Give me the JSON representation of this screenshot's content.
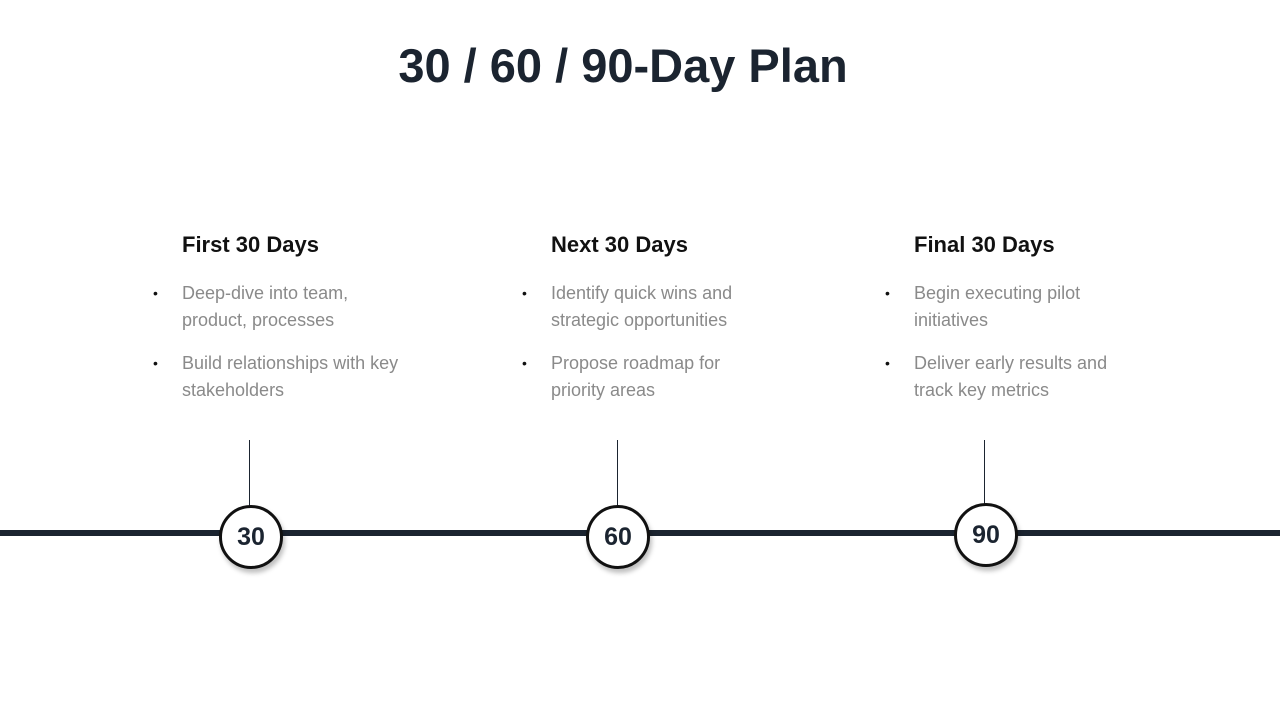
{
  "title": "30 / 60 / 90-Day Plan",
  "phases": [
    {
      "heading": "First 30 Days",
      "bullets": [
        "Deep-dive into team, product, processes",
        "Build relationships with key stakeholders"
      ],
      "marker": "30"
    },
    {
      "heading": "Next 30 Days",
      "bullets": [
        "Identify quick wins and strategic opportunities",
        "Propose roadmap for priority areas"
      ],
      "marker": "60"
    },
    {
      "heading": "Final 30 Days",
      "bullets": [
        "Begin executing pilot initiatives",
        "Deliver early results and track key metrics"
      ],
      "marker": "90"
    }
  ],
  "bullet_glyph": "•"
}
